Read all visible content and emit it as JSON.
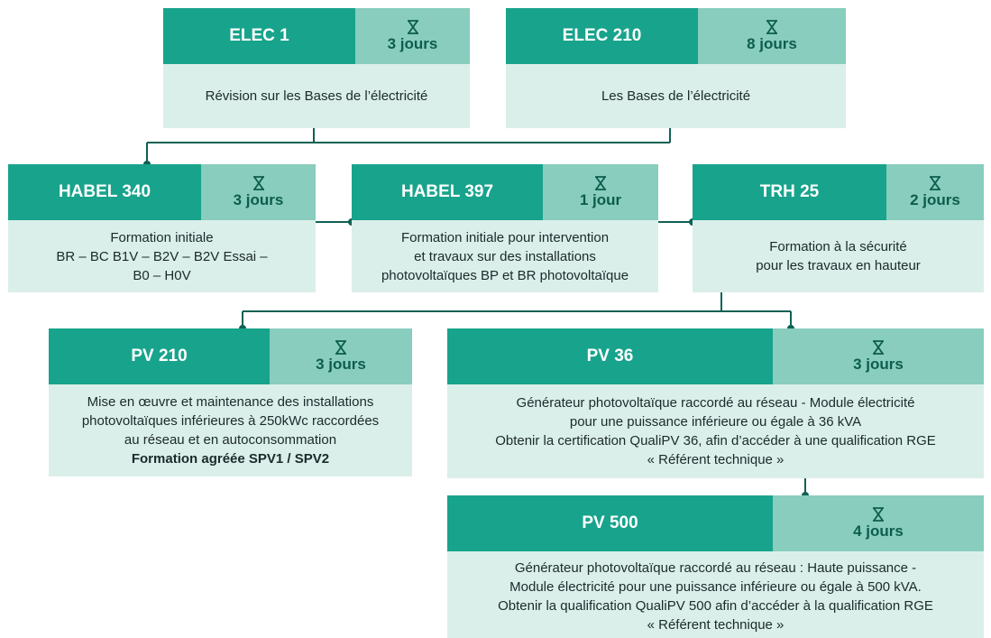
{
  "colors": {
    "header": "#18a38c",
    "duration": "#88cdbd",
    "body": "#dbefea",
    "line": "#0f6154"
  },
  "duration_icon": "hourglass-icon",
  "courses": {
    "elec1": {
      "code": "ELEC 1",
      "duration": "3 jours",
      "lines": [
        "Révision sur les Bases de l’électricité"
      ]
    },
    "elec210": {
      "code": "ELEC 210",
      "duration": "8 jours",
      "lines": [
        "Les Bases de l’électricité"
      ]
    },
    "habel340": {
      "code": "HABEL 340",
      "duration": "3 jours",
      "lines": [
        "Formation initiale",
        "BR – BC  B1V – B2V – B2V Essai –",
        "B0 – H0V"
      ]
    },
    "habel397": {
      "code": "HABEL 397",
      "duration": "1 jour",
      "lines": [
        "Formation initiale pour intervention",
        "et travaux  sur des installations",
        "photovoltaïques BP et BR photovoltaïque"
      ]
    },
    "trh25": {
      "code": "TRH 25",
      "duration": "2 jours",
      "lines": [
        "Formation à la sécurité",
        "pour les travaux en hauteur"
      ]
    },
    "pv210": {
      "code": "PV 210",
      "duration": "3 jours",
      "lines": [
        "Mise en œuvre et maintenance des installations",
        "photovoltaïques inférieures à 250kWc raccordées",
        "au réseau et en autoconsommation"
      ],
      "highlight": "Formation agréée SPV1 / SPV2"
    },
    "pv36": {
      "code": "PV 36",
      "duration": "3 jours",
      "lines": [
        "Générateur photovoltaïque raccordé au réseau - Module électricité",
        "pour une puissance inférieure ou égale à 36 kVA",
        "Obtenir la certification QualiPV 36, afin d’accéder à une qualification RGE",
        "« Référent technique »"
      ]
    },
    "pv500": {
      "code": "PV 500",
      "duration": "4 jours",
      "lines": [
        "Générateur photovoltaïque raccordé au réseau : Haute puissance -",
        "Module électricité pour une puissance inférieure ou égale à 500 kVA.",
        "Obtenir la qualification QualiPV 500 afin d’accéder à la qualification RGE",
        "« Référent technique »"
      ]
    }
  }
}
